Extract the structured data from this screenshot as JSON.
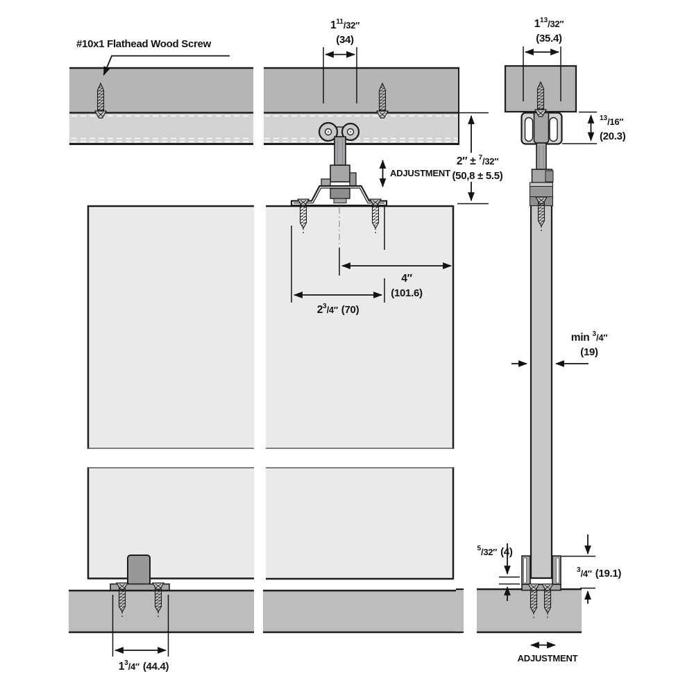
{
  "drawing": {
    "callout": "#10x1 Flathead Wood Screw",
    "adjustment_label_top": "ADJUSTMENT",
    "adjustment_label_bottom": "ADJUSTMENT",
    "dimensions": {
      "track_screw_spacing_front": {
        "pre": "1",
        "sup": "11",
        "post": "/32″",
        "metric": "(34)"
      },
      "track_screw_spacing_side": {
        "pre": "1",
        "sup": "13",
        "post": "/32″",
        "metric": "(35.4)"
      },
      "track_height_clearance": {
        "pre": "",
        "sup": "13",
        "post": "/16″",
        "metric": "(20.3)"
      },
      "hanger_vertical_adjustment": {
        "pre": "2″ ± ",
        "sup": "7",
        "post": "/32″",
        "metric": "(50,8 ± 5.5)"
      },
      "bracket_to_door_edge": {
        "pre": "4″",
        "sup": "",
        "post": "",
        "metric": "(101.6)"
      },
      "bracket_screw_spacing": {
        "pre": "2",
        "sup": "3",
        "post": "/4″",
        "metric": "(70)"
      },
      "min_door_thickness": {
        "pre": "min ",
        "sup": "3",
        "post": "/4″",
        "metric": "(19)"
      },
      "floor_guide_screw_spacing": {
        "pre": "1",
        "sup": "3",
        "post": "/4″",
        "metric": "(44.4)"
      },
      "door_floor_gap": {
        "pre": "",
        "sup": "5",
        "post": "/32″",
        "metric": "(4)"
      },
      "floor_guide_height": {
        "pre": "",
        "sup": "3",
        "post": "/4″",
        "metric": "(19.1)"
      }
    }
  },
  "colors": {
    "outline": "#1c1c1e",
    "header": "#b5b5b7",
    "track": "#d3d3d5",
    "panel": "#eaeaec",
    "side_door": "#c8c8ca",
    "floor": "#bdbdbf",
    "hw_mid": "#a6a6a8",
    "hw_mid2": "#98989a",
    "hw_dark": "#8e8e90",
    "hw_light": "#c9c9cb",
    "text": "#111214",
    "dash": "#f6f6f6",
    "centerline": "#a5a5a7"
  }
}
